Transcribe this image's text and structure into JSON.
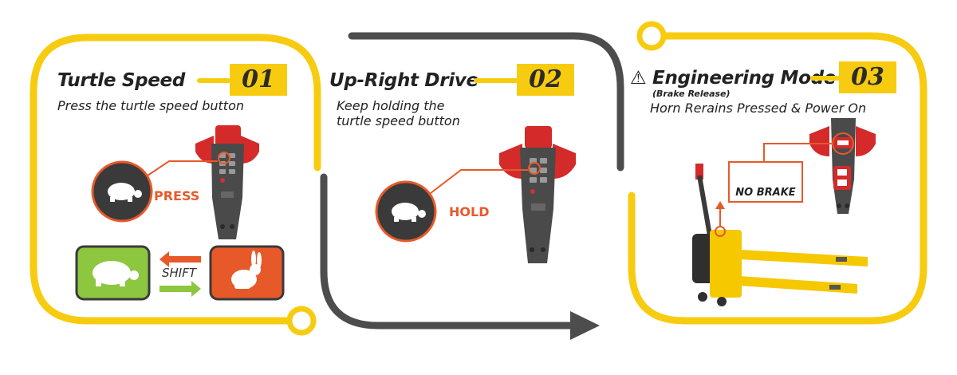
{
  "steps": [
    {
      "title": "Turtle Speed",
      "number": "01",
      "description": "Press the turtle speed button",
      "action": "PRESS"
    },
    {
      "title": "Up-Right Drive",
      "number": "02",
      "description_lines": [
        "Keep holding the",
        "turtle speed button"
      ],
      "action": "HOLD"
    },
    {
      "title": "Engineering Mode",
      "number": "03",
      "note": "(Brake Release)",
      "description": "Horn Rerains Pressed & Power On",
      "warning_label": "NO BRAKE"
    }
  ],
  "shift_label": "SHIFT",
  "icons": {
    "warning": "warning-triangle-icon",
    "turtle": "turtle-icon",
    "rabbit": "rabbit-icon",
    "arrow": "arrow-right-icon"
  },
  "colors": {
    "yellow": "#f7cc10",
    "orange": "#e8592a",
    "green": "#8dc63f",
    "dark": "#4a4a4a",
    "red": "#d42a2a"
  }
}
